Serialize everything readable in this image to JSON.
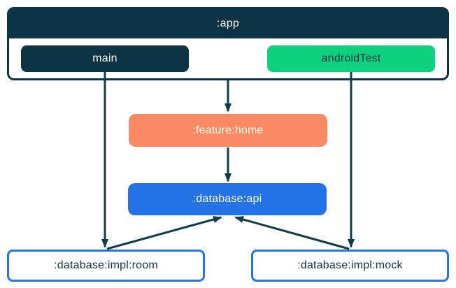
{
  "diagram": {
    "app_container": {
      "title": ":app"
    },
    "nodes": [
      {
        "id": "app",
        "label": ":app",
        "type": "container",
        "bg": "#0d3444",
        "fg": "#ffffff"
      },
      {
        "id": "main",
        "label": "main",
        "type": "source-set",
        "bg": "#0d3444",
        "fg": "#ffffff"
      },
      {
        "id": "androidTest",
        "label": "androidTest",
        "type": "source-set",
        "bg": "#0ed180",
        "fg": "#0d3444"
      },
      {
        "id": "feature-home",
        "label": ":feature:home",
        "type": "module",
        "bg": "#fa8a64",
        "fg": "#ffffff"
      },
      {
        "id": "database-api",
        "label": ":database:api",
        "type": "module",
        "bg": "#2373e6",
        "fg": "#ffffff"
      },
      {
        "id": "database-impl-room",
        "label": ":database:impl:room",
        "type": "module",
        "bg": "#ffffff",
        "fg": "#0d3444",
        "border": "#2574e8"
      },
      {
        "id": "database-impl-mock",
        "label": ":database:impl:mock",
        "type": "module",
        "bg": "#ffffff",
        "fg": "#0d3444",
        "border": "#2574e8"
      }
    ],
    "edges": [
      {
        "from": "app",
        "to": "feature-home"
      },
      {
        "from": "feature-home",
        "to": "database-api"
      },
      {
        "from": "main",
        "to": "database-impl-room"
      },
      {
        "from": "androidTest",
        "to": "database-impl-mock"
      },
      {
        "from": "database-impl-room",
        "to": "database-api"
      },
      {
        "from": "database-impl-mock",
        "to": "database-api"
      }
    ],
    "colors": {
      "navy": "#0d3444",
      "green": "#0ed180",
      "orange": "#fa8a64",
      "blue": "#2373e6",
      "impl_border_blue": "#2574e8",
      "arrow": "#103c4d",
      "background": "#ffffff"
    }
  }
}
